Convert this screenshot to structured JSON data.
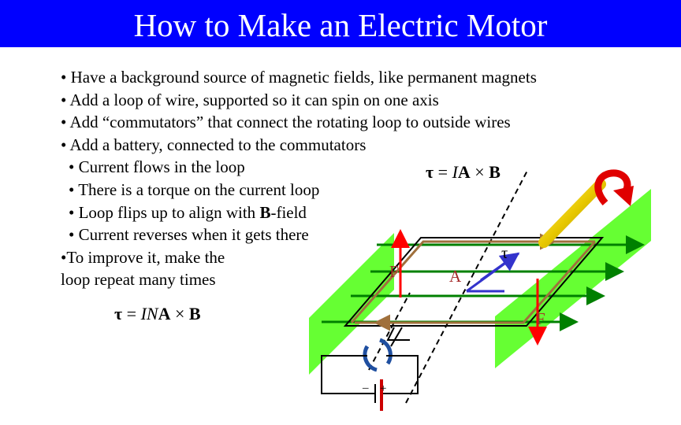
{
  "title": "How to Make an Electric Motor",
  "bullets": [
    "• Have a background source of magnetic fields, like permanent magnets",
    "• Add a loop of wire, supported so it can spin on one axis",
    "• Add “commutators” that connect the rotating loop to outside wires",
    "• Add a battery, connected to the commutators"
  ],
  "sub_bullets": [
    "• Current flows in the loop",
    "• There is a torque on the current loop",
    "• Current reverses when it gets there"
  ],
  "flip_bullet": {
    "prefix": "• Loop flips up to align with ",
    "bold": "B",
    "suffix": "-field"
  },
  "improve_bullet": {
    "line1": "•To improve it, make the",
    "line2": "loop repeat many times"
  },
  "formula_top": {
    "tau": "τ",
    "eq": " = ",
    "I": "I",
    "A": "A",
    "x": " × ",
    "B": "B"
  },
  "formula_bottom": {
    "tau": "τ",
    "eq": " = ",
    "IN": "IN",
    "A": "A",
    "x": " × ",
    "B": "B"
  },
  "diagram": {
    "label_F_left": "F",
    "label_F_right": "F",
    "label_A": "A",
    "label_tau": "τ",
    "battery_minus": "–",
    "battery_plus": "+"
  },
  "colors": {
    "title_bg": "#0000ff",
    "magnet": "#66ff33",
    "field_lines": "#008000",
    "loop": "#a0703c",
    "force": "#ff0000",
    "area_vector": "#3333cc",
    "commutator": "#1f4fa0",
    "rotation_arrow": "#e00000",
    "axle": "#e8c800"
  }
}
